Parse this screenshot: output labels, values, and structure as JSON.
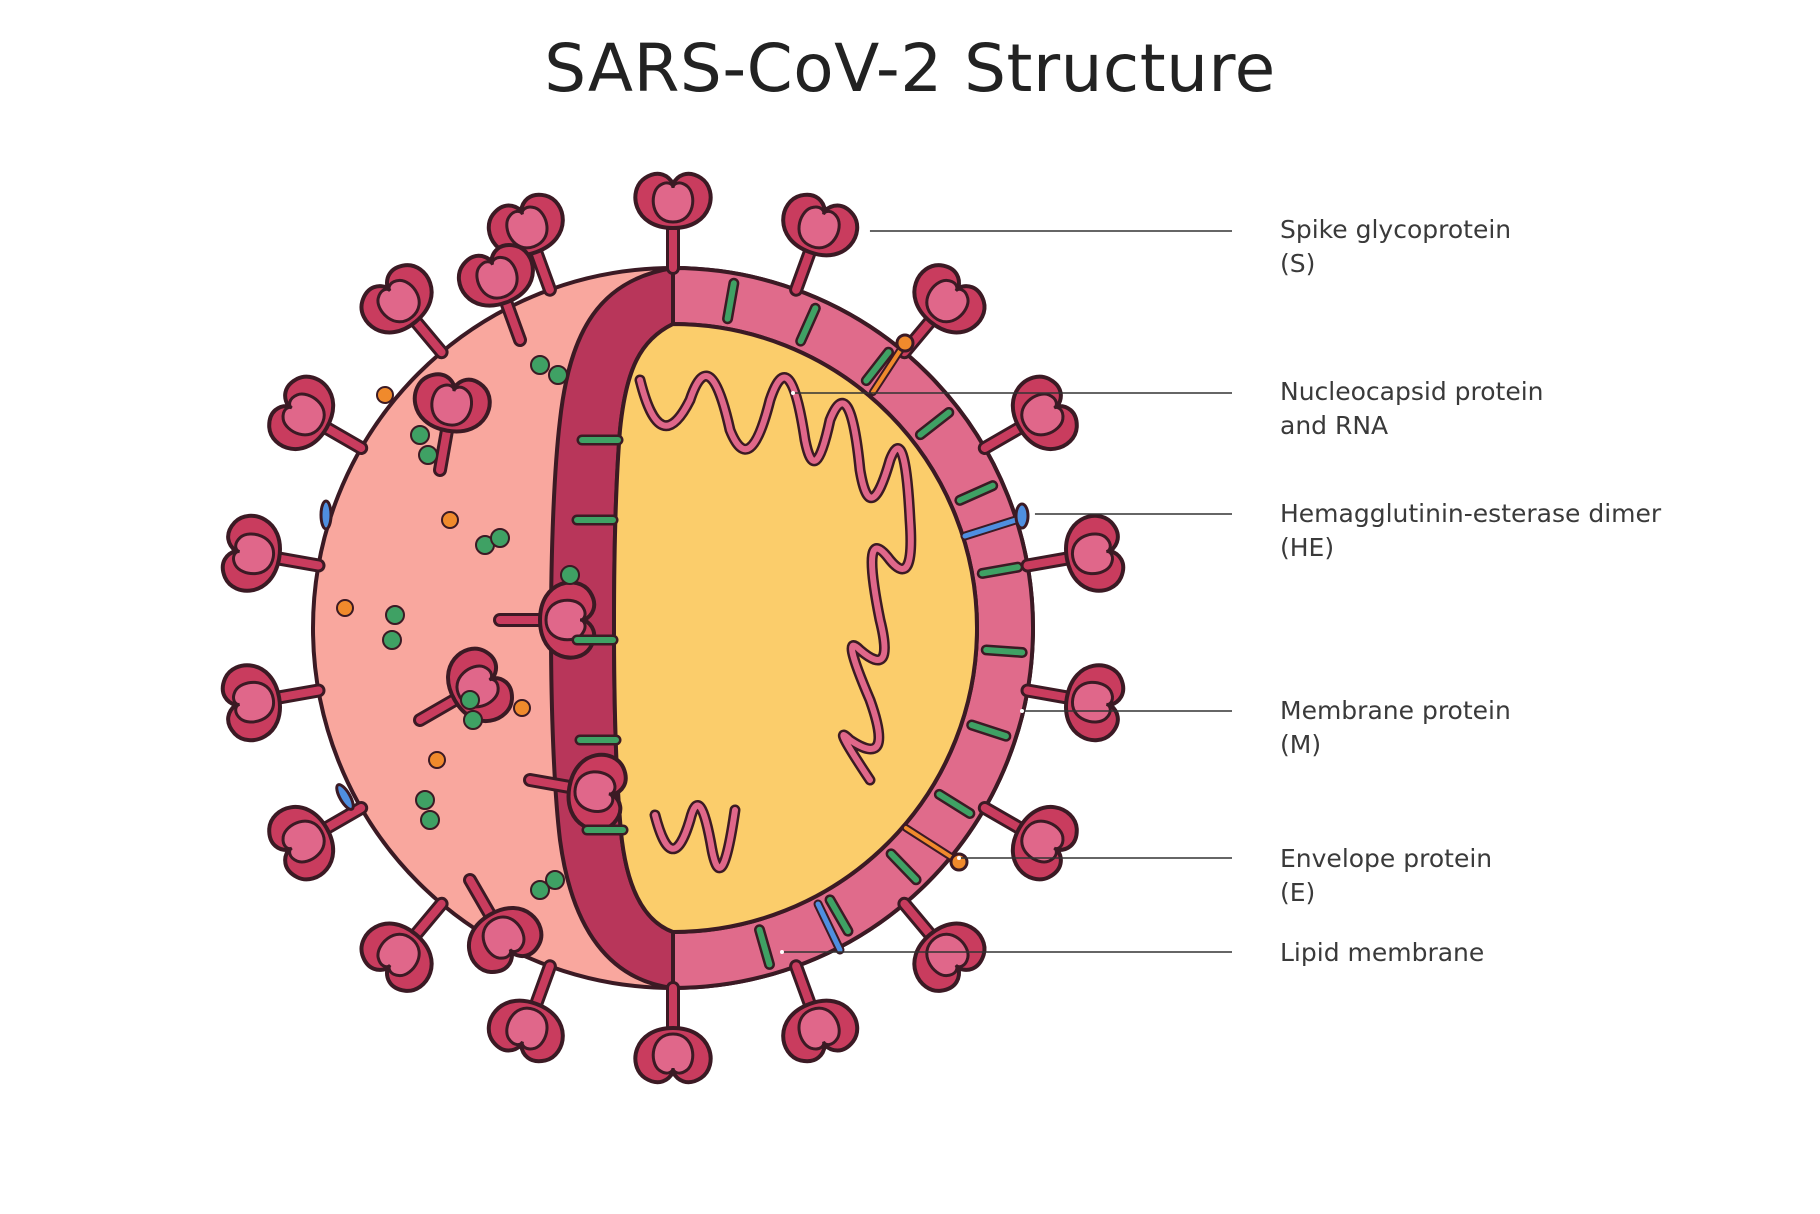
{
  "title": "SARS-CoV-2 Structure",
  "labels": [
    {
      "line1": "Spike glycoprotein",
      "line2": "(S)"
    },
    {
      "line1": "Nucleocapsid protein",
      "line2": "and RNA"
    },
    {
      "line1": "Hemagglutinin-esterase dimer",
      "line2": "(HE)"
    },
    {
      "line1": "Membrane protein",
      "line2": "(M)"
    },
    {
      "line1": "Envelope protein",
      "line2": "(E)"
    },
    {
      "line1": "Lipid membrane",
      "line2": ""
    }
  ],
  "colors": {
    "outline": "#3b1a24",
    "spike_dark": "#c93c5e",
    "spike_light": "#e0678a",
    "membrane_band": "#e06b8b",
    "membrane_shadow": "#b8365a",
    "surface": "#f9a79e",
    "core": "#fbcd6b",
    "m_protein": "#3fa164",
    "e_protein": "#f08a2c",
    "he_protein": "#4f8fe0",
    "rna": "#e0678a"
  }
}
